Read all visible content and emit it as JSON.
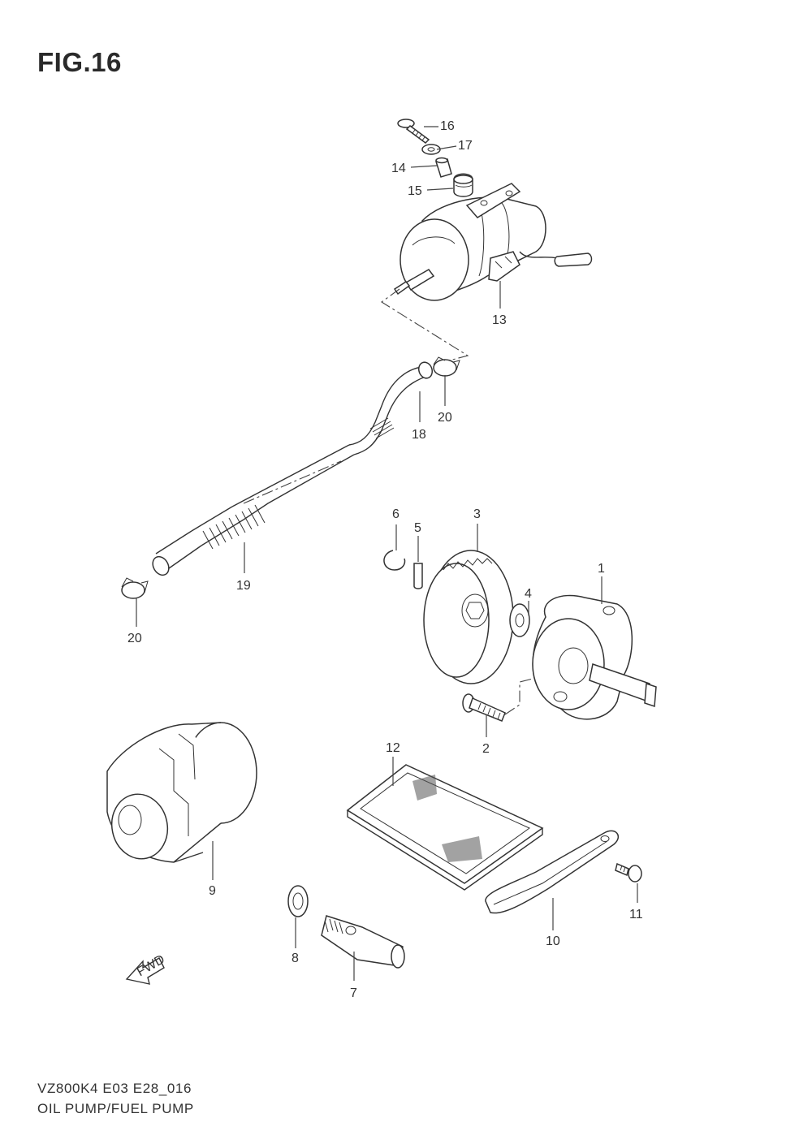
{
  "figure": {
    "title": "FIG.16",
    "model_code": "VZ800K4  E03  E28_016",
    "section_name": "OIL PUMP/FUEL PUMP"
  },
  "direction_marker": {
    "label": "FWD",
    "icon": "fwd-arrow-icon"
  },
  "callouts": {
    "p1": "1",
    "p2": "2",
    "p3": "3",
    "p4": "4",
    "p5": "5",
    "p6": "6",
    "p7": "7",
    "p8": "8",
    "p9": "9",
    "p10": "10",
    "p11": "11",
    "p12": "12",
    "p13": "13",
    "p14": "14",
    "p15": "15",
    "p16": "16",
    "p17": "17",
    "p18": "18",
    "p19": "19",
    "p20a": "20",
    "p20b": "20"
  }
}
